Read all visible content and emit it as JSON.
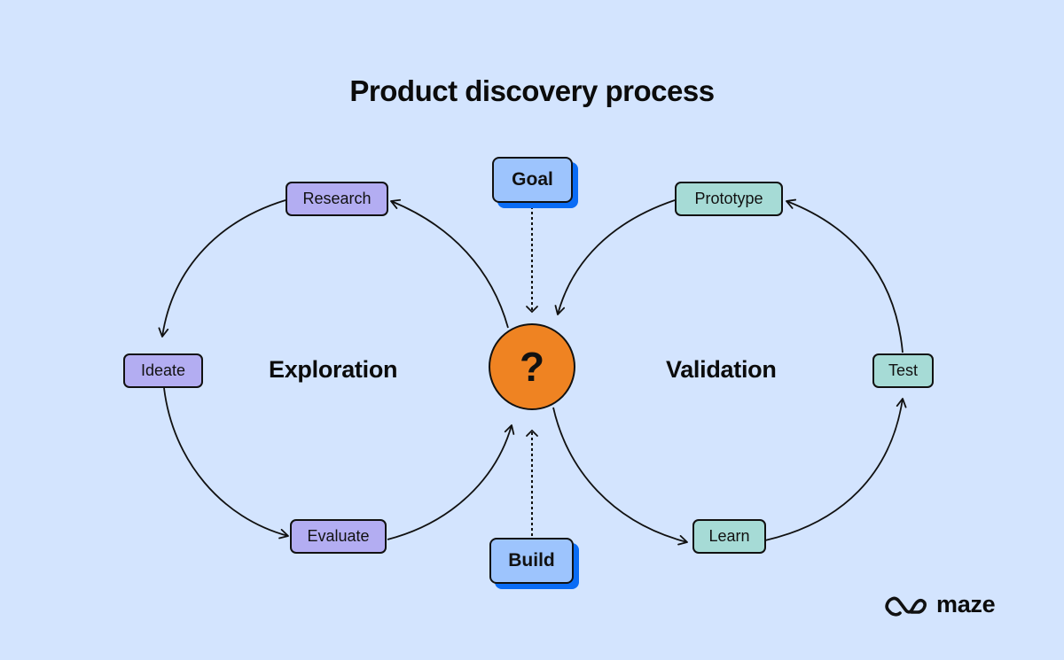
{
  "title": "Product discovery process",
  "center": {
    "symbol": "?",
    "color": "#ef8322",
    "icon": "question-mark-icon"
  },
  "inputs": {
    "goal": {
      "label": "Goal"
    },
    "build": {
      "label": "Build"
    }
  },
  "sections": {
    "exploration": {
      "label": "Exploration",
      "color": "#b3adf2",
      "steps": [
        "Research",
        "Ideate",
        "Evaluate"
      ]
    },
    "validation": {
      "label": "Validation",
      "color": "#a6dbd6",
      "steps": [
        "Prototype",
        "Test",
        "Learn"
      ]
    }
  },
  "flow": [
    "Research -> Ideate",
    "Ideate -> Evaluate",
    "Evaluate -> ?",
    "? -> Research",
    "? -> Learn",
    "Learn -> Test",
    "Test -> Prototype",
    "Prototype -> ?",
    "Goal -> ?",
    "Build -> ?"
  ],
  "colors": {
    "background": "#d3e4fe",
    "input_fill": "#9dc4fd",
    "input_shadow": "#0a6cf5"
  },
  "brand": {
    "name": "maze",
    "icon": "maze-logo-icon"
  }
}
